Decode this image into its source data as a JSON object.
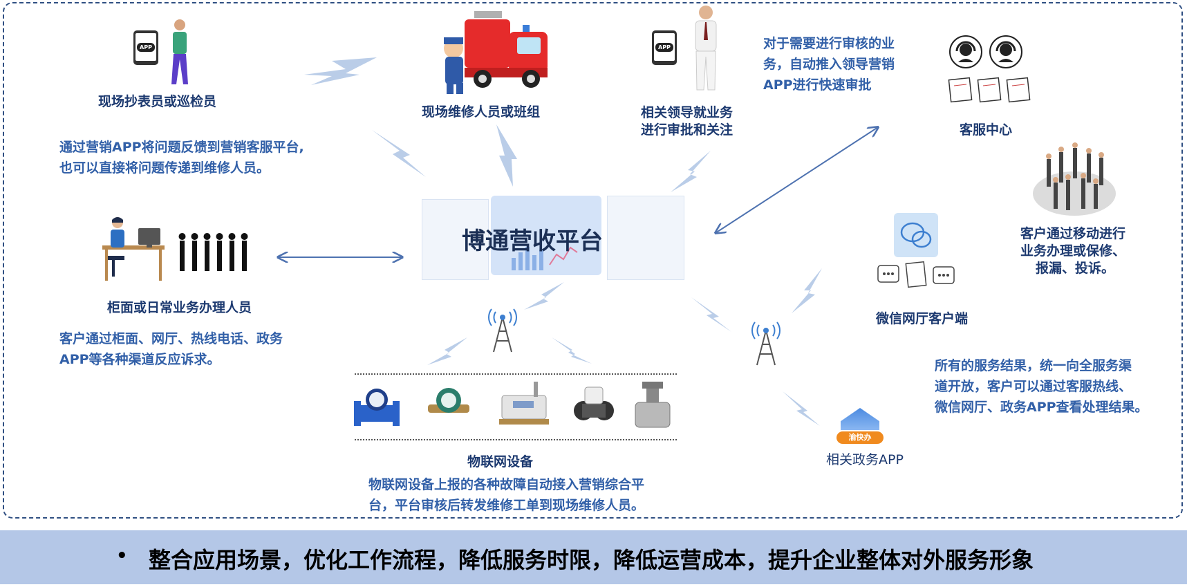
{
  "platform_title": "博通营收平台",
  "nodes": {
    "reader": {
      "label": "现场抄表员或巡检员",
      "desc_line1": "通过营销APP将问题反馈到营销客服平台,",
      "desc_line2": "也可以直接将问题传递到维修人员。"
    },
    "repair": {
      "label": "现场维修人员或班组"
    },
    "leader": {
      "label_line1": "相关领导就业务",
      "label_line2": "进行审批和关注",
      "desc_line1": "对于需要进行审核的业",
      "desc_line2": "务，自动推入领导营销",
      "desc_line3": "APP进行快速审批"
    },
    "service_center": {
      "label": "客服中心"
    },
    "mobile_customer": {
      "label_line1": "客户通过移动进行",
      "label_line2": "业务办理或保修、",
      "label_line3": "报漏、投诉。"
    },
    "counter": {
      "label": "柜面或日常业务办理人员",
      "desc_line1": "客户通过柜面、网厅、热线电话、政务",
      "desc_line2": "APP等各种渠道反应诉求。"
    },
    "wechat": {
      "label": "微信网厅客户端"
    },
    "iot": {
      "label": "物联网设备",
      "desc_line1": "物联网设备上报的各种故障自动接入营销综合平",
      "desc_line2": "台，平台审核后转发维修工单到现场维修人员。"
    },
    "gov_app": {
      "label": "相关政务APP",
      "logo_text": "渝快办"
    },
    "results": {
      "desc_line1": "所有的服务结果，统一向全服务渠",
      "desc_line2": "道开放，客户可以通过客服热线、",
      "desc_line3": "微信网厅、政务APP查看处理结果。"
    }
  },
  "icons": {
    "phone_app": "APP",
    "lightning": "lightning-bolt-icon",
    "tower": "signal-tower-icon",
    "headset": "headset-icon"
  },
  "banner": {
    "bullet": "•",
    "text": "整合应用场景，优化工作流程，降低服务时限，降低运营成本，提升企业整体对外服务形象"
  },
  "colors": {
    "frame": "#2f4f82",
    "label": "#1d3a70",
    "desc": "#3260a8",
    "banner_bg": "#b4c7e7",
    "bolt": "#a9c0e2",
    "arrow": "#4e72b0"
  }
}
